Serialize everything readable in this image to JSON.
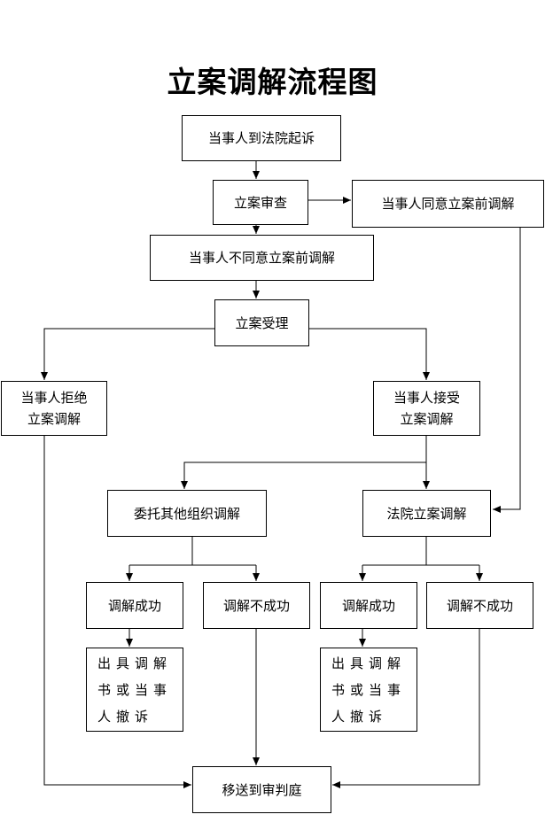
{
  "title": "立案调解流程图",
  "nodes": {
    "sue": "当事人到法院起诉",
    "review": "立案审查",
    "agree_pre": "当事人同意立案前调解",
    "disagree_pre": "当事人不同意立案前调解",
    "accept_case": "立案受理",
    "refuse_line1": "当事人拒绝",
    "refuse_line2": "立案调解",
    "accept_line1": "当事人接受",
    "accept_line2": "立案调解",
    "entrust": "委托其他组织调解",
    "court_mediation": "法院立案调解",
    "left_success": "调解成功",
    "left_fail": "调解不成功",
    "right_success": "调解成功",
    "right_fail": "调解不成功",
    "left_doc_line1": "出具调解",
    "left_doc_line2": "书或当事",
    "left_doc_line3": "人撤诉",
    "right_doc_line1": "出具调解",
    "right_doc_line2": "书或当事",
    "right_doc_line3": "人撤诉",
    "trial": "移送到审判庭"
  }
}
